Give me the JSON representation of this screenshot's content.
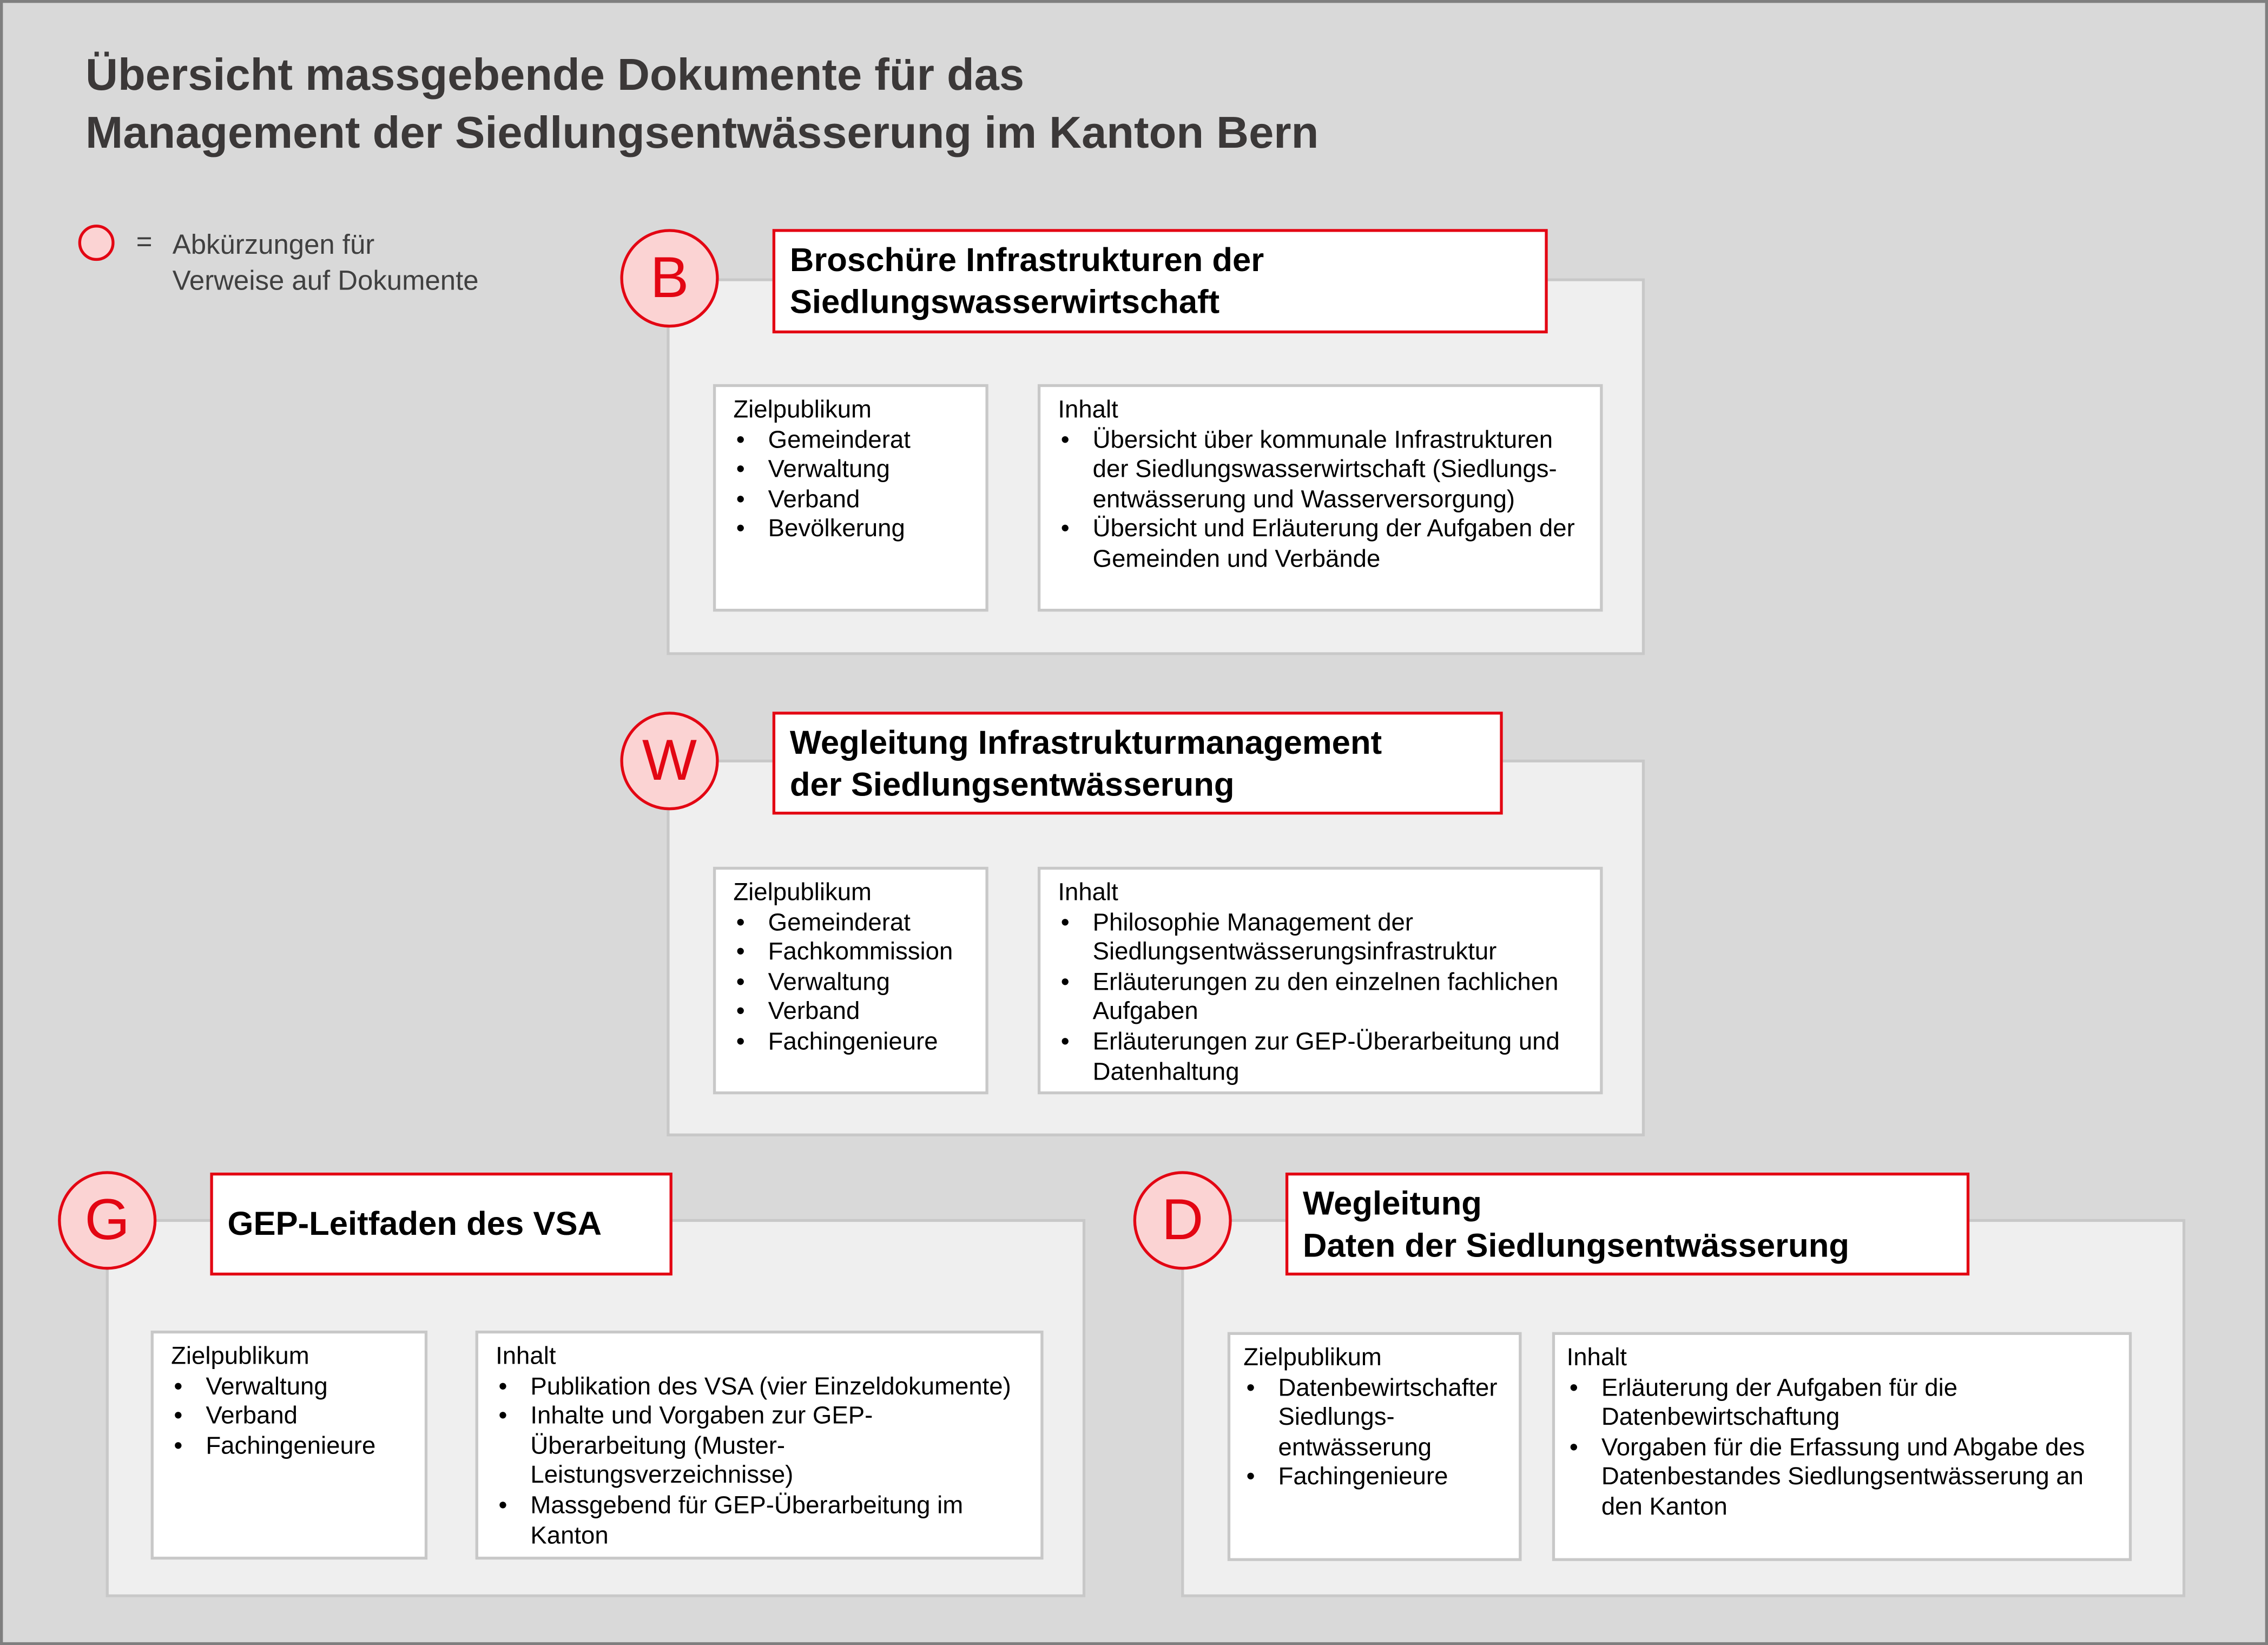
{
  "title": {
    "line1": "Übersicht massgebende Dokumente für das",
    "line2": "Management der Siedlungsentwässerung im Kanton Bern"
  },
  "legend": {
    "equals": "=",
    "line1": "Abkürzungen für",
    "line2": "Verweise auf Dokumente"
  },
  "colors": {
    "accent": "#e30613",
    "circle_fill": "#fbd3d3",
    "background": "#d9d9d9",
    "panel": "#efefef"
  },
  "documents": {
    "B": {
      "abbr": "B",
      "title_lines": [
        "Broschüre Infrastrukturen der",
        "Siedlungswasserwirtschaft"
      ],
      "audience_label": "Zielpublikum",
      "audience": [
        "Gemeinderat",
        "Verwaltung",
        "Verband",
        "Bevölkerung"
      ],
      "content_label": "Inhalt",
      "content": [
        "Übersicht über kommunale Infrastrukturen der Siedlungswasserwirtschaft (Siedlungs-entwässerung und Wasserversorgung)",
        "Übersicht und Erläuterung der Aufgaben der Gemeinden und Verbände"
      ]
    },
    "W": {
      "abbr": "W",
      "title_lines": [
        "Wegleitung Infrastrukturmanagement",
        "der Siedlungsentwässerung"
      ],
      "audience_label": "Zielpublikum",
      "audience": [
        "Gemeinderat",
        "Fachkommission",
        "Verwaltung",
        "Verband",
        "Fachingenieure"
      ],
      "content_label": "Inhalt",
      "content": [
        "Philosophie Management der Siedlungsentwässerungsinfrastruktur",
        "Erläuterungen zu den einzelnen fachlichen Aufgaben",
        "Erläuterungen zur GEP-Überarbeitung und Datenhaltung"
      ]
    },
    "G": {
      "abbr": "G",
      "title_lines": [
        "GEP-Leitfaden des VSA"
      ],
      "audience_label": "Zielpublikum",
      "audience": [
        "Verwaltung",
        "Verband",
        "Fachingenieure"
      ],
      "content_label": "Inhalt",
      "content": [
        "Publikation des VSA (vier Einzeldokumente)",
        "Inhalte und Vorgaben zur GEP-Überarbeitung (Muster-Leistungsverzeichnisse)",
        "Massgebend für GEP-Überarbeitung im Kanton"
      ]
    },
    "D": {
      "abbr": "D",
      "title_lines": [
        "Wegleitung",
        "Daten der Siedlungsentwässerung"
      ],
      "audience_label": "Zielpublikum",
      "audience": [
        "Datenbewirtschafter Siedlungs-entwässerung",
        "Fachingenieure"
      ],
      "content_label": "Inhalt",
      "content": [
        "Erläuterung der Aufgaben für die Datenbewirtschaftung",
        "Vorgaben für die Erfassung und Abgabe des Datenbestandes Siedlungsentwässerung an den Kanton"
      ]
    }
  }
}
